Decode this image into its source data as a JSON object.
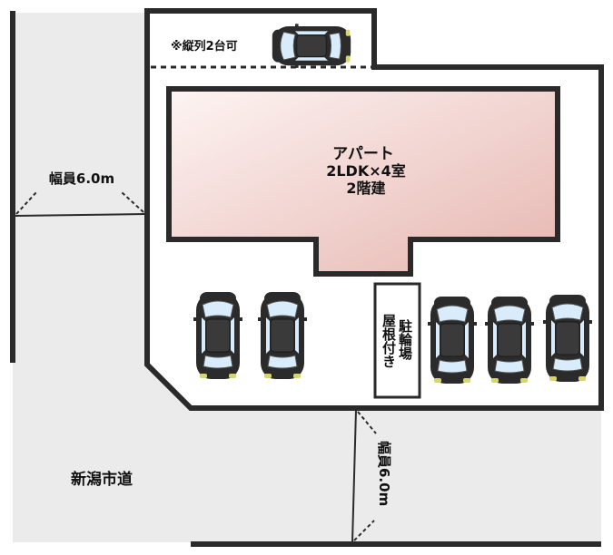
{
  "labels": {
    "tandem_parking": "※縦列2台可",
    "building_line1": "アパート",
    "building_line2": "2LDK×4室",
    "building_line3": "2階建",
    "bicycle_col1": "屋根付き",
    "bicycle_col2": "駐輪場",
    "road_width_left": "幅員6.0m",
    "road_width_bottom": "幅員6.0m",
    "city_road": "新潟市道"
  },
  "colors": {
    "road": "#ebebeb",
    "lot": "#ffffff",
    "outline": "#2a2a2a",
    "building_light": "#fdf4f3",
    "building_dark": "#e6b6b0",
    "car_body": "#2b2b2b",
    "car_glass": "#d8ecfb"
  },
  "icons": {
    "car": "car-icon"
  },
  "parking": {
    "tandem_spaces": 2,
    "front_spaces": 5
  }
}
